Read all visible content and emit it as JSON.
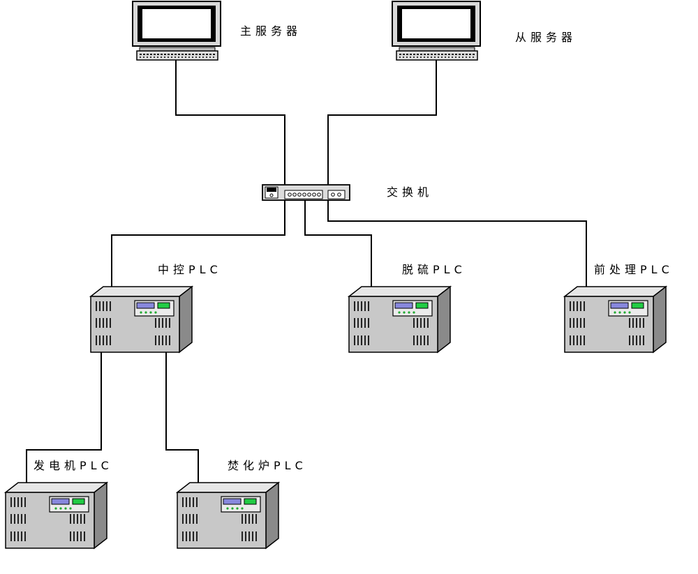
{
  "nodes": {
    "main_server": "主服务器",
    "backup_server": "从服务器",
    "switch": "交换机",
    "central_plc": "中控PLC",
    "desulfurization_plc": "脱硫PLC",
    "pretreatment_plc": "前处理PLC",
    "generator_plc": "发电机PLC",
    "incinerator_plc": "焚化炉PLC"
  },
  "colors": {
    "plc_body": "#c8c8c8",
    "plc_side": "#8a8a8a",
    "plc_top": "#e6e6e6",
    "display_blue": "#8888dd",
    "display_green": "#22cc44",
    "wire": "#000000"
  },
  "icons": {
    "server": "monitor-keyboard-icon",
    "switch": "network-switch-icon",
    "plc": "plc-rack-icon"
  }
}
